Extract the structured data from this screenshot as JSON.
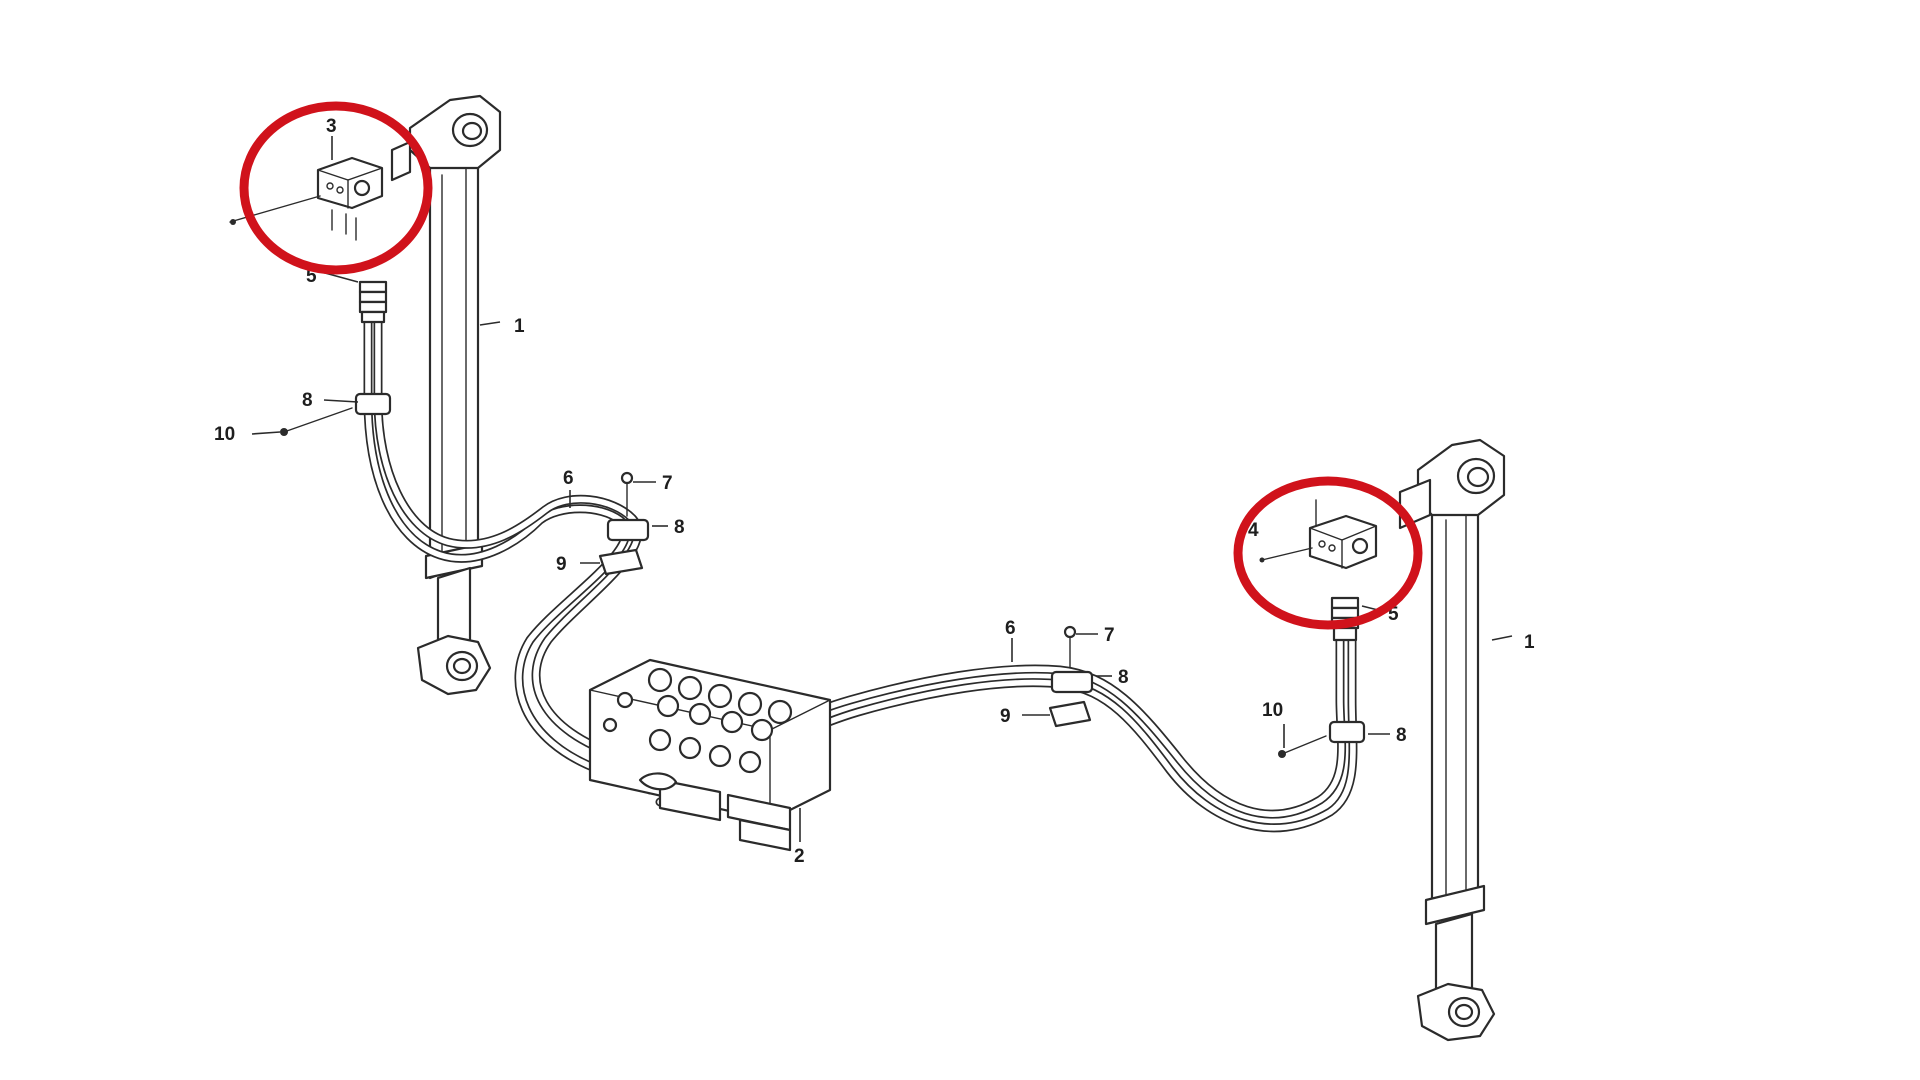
{
  "callouts": {
    "left_cylinder": "1",
    "right_cylinder": "1",
    "valve_block": "2",
    "left_manifold": "3",
    "right_manifold": "4",
    "left_fitting": "5",
    "right_fitting": "5",
    "left_hose": "6",
    "right_hose": "6",
    "left_bolt": "7",
    "right_bolt": "7",
    "left_clamp_mid": "8",
    "left_clamp_cyl": "8",
    "right_clamp_mid": "8",
    "right_clamp_cyl": "8",
    "left_plate": "9",
    "right_plate": "9",
    "left_screw": "10",
    "right_screw": "10"
  },
  "colors": {
    "highlight_circle": "#d0121b",
    "line_art": "#2b2b2b",
    "background": "#ffffff"
  }
}
